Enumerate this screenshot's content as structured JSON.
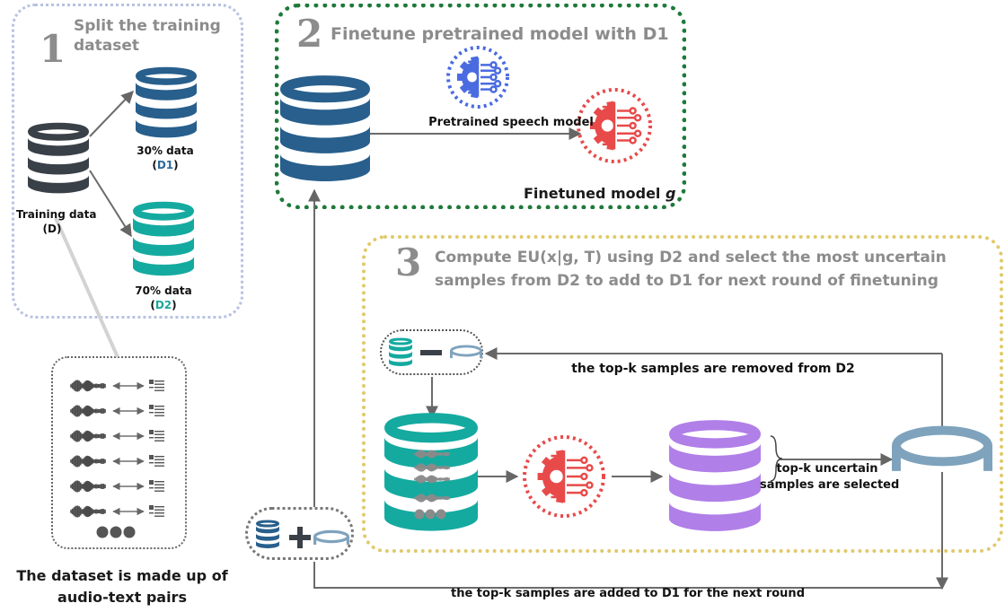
{
  "step1": {
    "number": "1",
    "title_line1": "Split the training",
    "title_line2": "dataset"
  },
  "step2": {
    "number": "2",
    "title": "Finetune pretrained model with D1"
  },
  "step3": {
    "number": "3",
    "title_line1": "Compute EU(x|g, T) using D2 and select the most uncertain",
    "title_line2": "samples from D2 to add to D1 for next round of finetuning"
  },
  "training_data": {
    "line1": "Training data",
    "line2": "(D)"
  },
  "split_30": {
    "line1": "30% data",
    "open": "(",
    "name": "D1",
    "close": ")"
  },
  "split_70": {
    "line1": "70% data",
    "open": "(",
    "name": "D2",
    "close": ")"
  },
  "pretrained_label": "Pretrained speech model",
  "finetuned_label": {
    "text": "Finetuned model ",
    "var": "g"
  },
  "removed_label": "the top-k samples are removed from D2",
  "selected_label": {
    "line1": "top-k uncertain",
    "line2": "samples are selected"
  },
  "added_label": "the top-k samples are added to D1 for the next round",
  "dataset_caption": {
    "line1": "The dataset is made up of",
    "line2": "audio-text pairs"
  },
  "colors": {
    "dark_db": "#3a4048",
    "blue_db": "#285f8c",
    "teal_db": "#15aaa0",
    "purple_db": "#b07fe8",
    "ring": "#7fa3bd",
    "model_blue": "#4a6be0",
    "model_red": "#e84a4a",
    "panel1_border": "#b9c2e3",
    "panel2_border": "#1f7a3a",
    "panel3_border": "#e0c96a"
  },
  "icons": [
    "database-icon",
    "brain-circuit-icon",
    "waveform-icon",
    "text-document-icon",
    "ring-icon",
    "ellipsis-icon"
  ]
}
